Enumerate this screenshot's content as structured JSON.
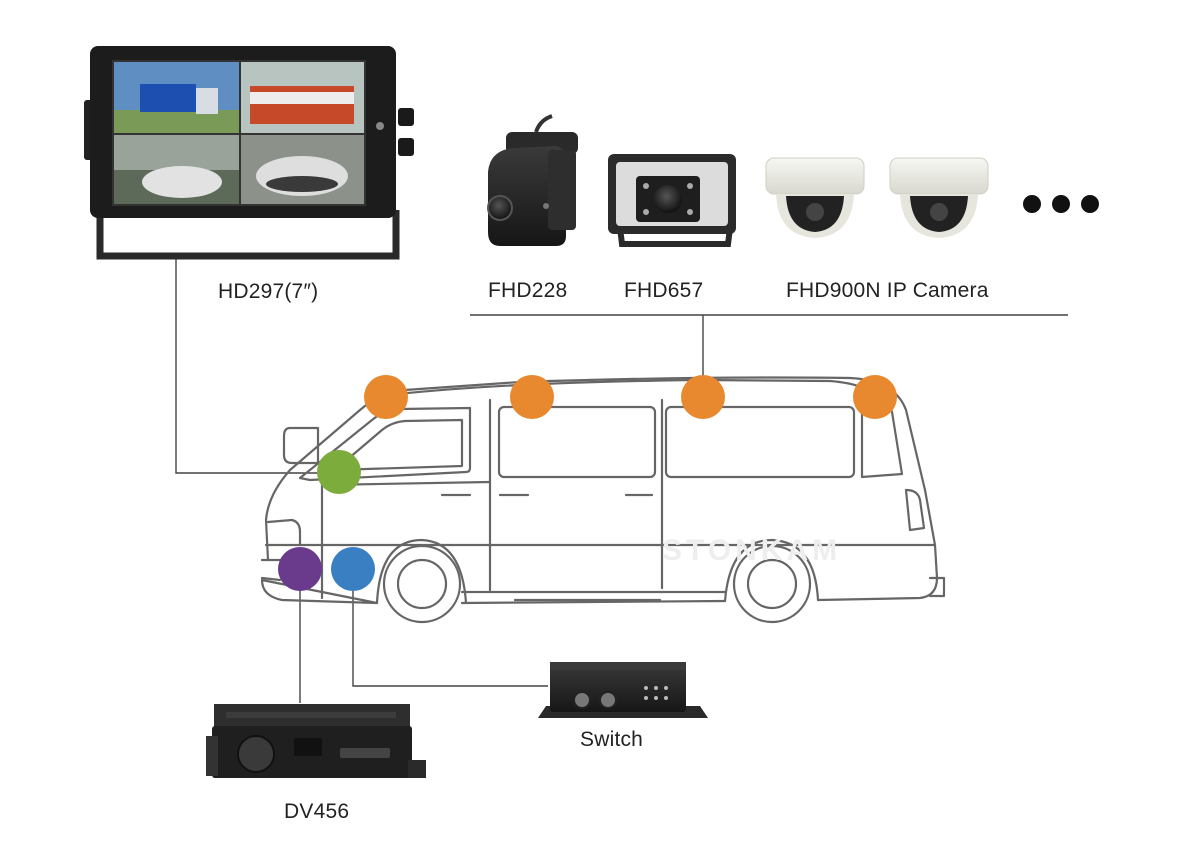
{
  "labels": {
    "monitor": "HD297(7″)",
    "cam1": "FHD228",
    "cam2": "FHD657",
    "cam3": "FHD900N IP Camera",
    "dvr": "DV456",
    "switch": "Switch",
    "more": "●●●"
  },
  "watermark": "STONKAM",
  "colors": {
    "camera_node": "#e8892f",
    "monitor_node": "#7cac3c",
    "dvr_node": "#6a3a8c",
    "switch_node": "#3a7fc2",
    "line": "#444444",
    "vehicle_outline": "#666666"
  },
  "icons": {
    "monitor": "quad-view-monitor-icon",
    "cam1": "mini-camera-icon",
    "cam2": "box-camera-icon",
    "cam3": "dome-camera-icon",
    "dvr": "mobile-dvr-icon",
    "switch": "network-switch-icon",
    "vehicle": "van-outline-icon"
  }
}
